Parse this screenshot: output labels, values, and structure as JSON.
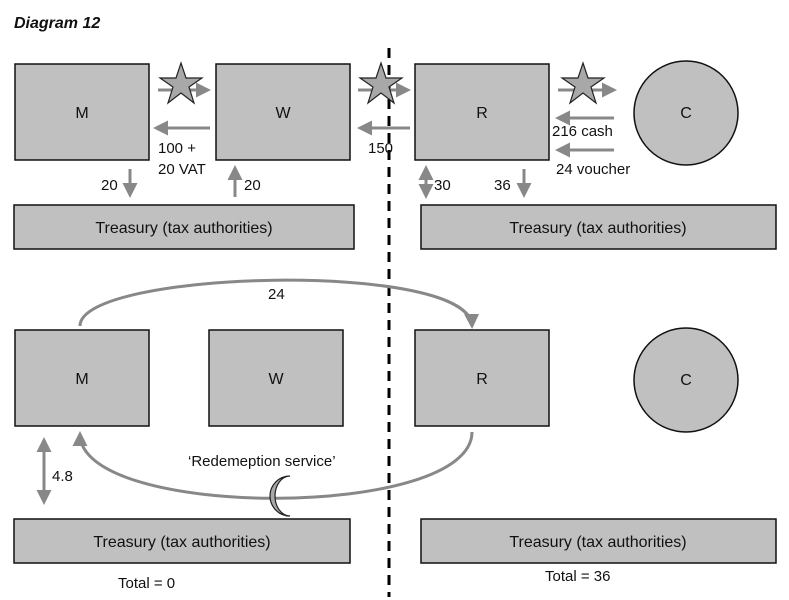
{
  "title": "Diagram 12",
  "colors": {
    "box_fill": "#c0c0c0",
    "box_stroke": "#111111",
    "arrow": "#888888",
    "star_fill": "#a8a8a8",
    "divider": "#000000"
  },
  "top": {
    "boxes": {
      "m": "M",
      "w": "W",
      "r": "R",
      "c": "C"
    },
    "labels": {
      "m_to_w_payment": [
        "100 +",
        "20 VAT"
      ],
      "w_to_r_payment": "150",
      "c_cash": "216 cash",
      "c_voucher": "24 voucher",
      "m_tax": "20",
      "w_tax": "20",
      "r_tax": "30",
      "r_tax2": "36"
    },
    "treasury_left": "Treasury (tax authorities)",
    "treasury_right": "Treasury (tax authorities)"
  },
  "bottom": {
    "boxes": {
      "m": "M",
      "w": "W",
      "r": "R",
      "c": "C"
    },
    "labels": {
      "voucher_flow": "24",
      "redemption": "‘Redemeption service’",
      "m_tax": "4.8"
    },
    "treasury_left": "Treasury (tax authorities)",
    "treasury_right": "Treasury (tax authorities)",
    "total_left": "Total = 0",
    "total_right": "Total = 36"
  }
}
